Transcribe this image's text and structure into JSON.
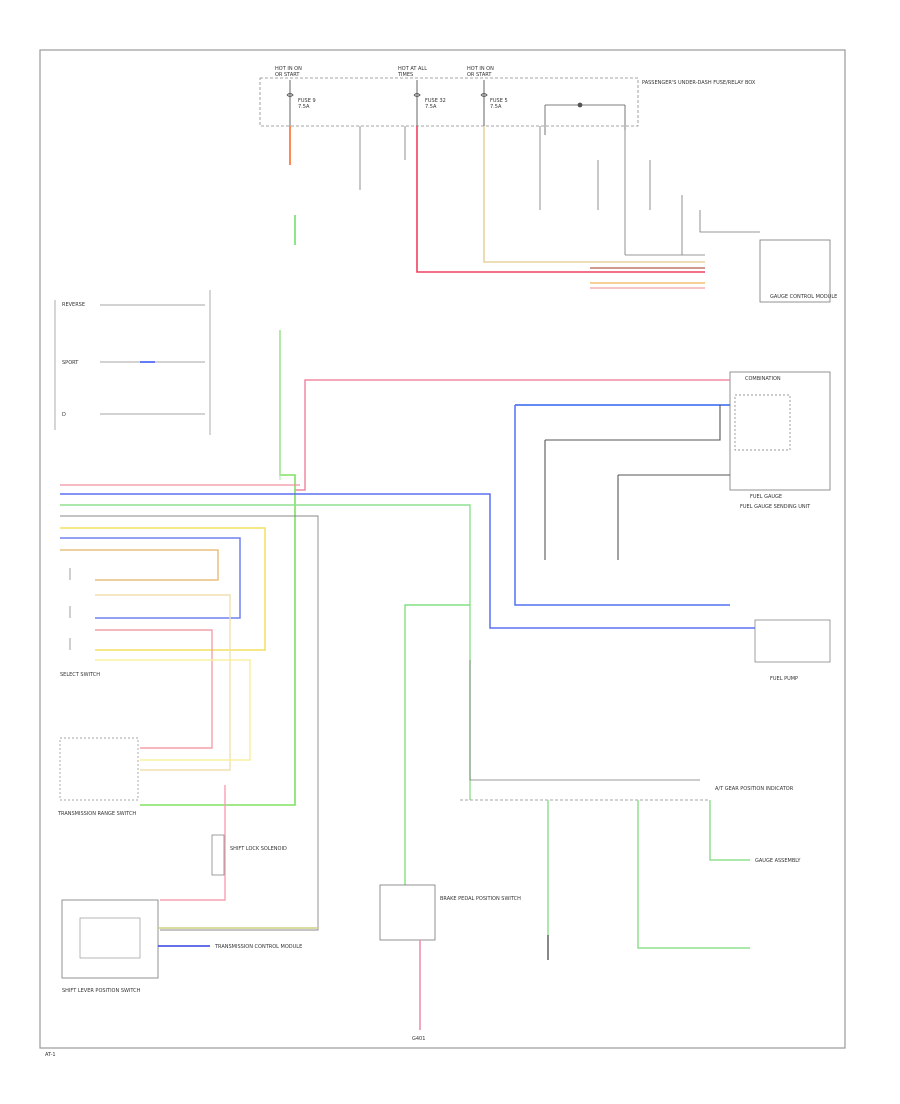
{
  "fuses": [
    {
      "id": "fuse-left",
      "top": "HOT IN ON",
      "sub": "OR START",
      "name": "FUSE 9",
      "rating": "7.5A"
    },
    {
      "id": "fuse-mid",
      "top": "HOT AT ALL",
      "sub": "TIMES",
      "name": "FUSE 32",
      "rating": "7.5A"
    },
    {
      "id": "fuse-right",
      "top": "HOT IN ON",
      "sub": "OR START",
      "name": "FUSE 5",
      "rating": "7.5A"
    }
  ],
  "labels": {
    "pdb": "PASSENGER'S UNDER-DASH FUSE/RELAY BOX",
    "gauge_control": "GAUGE CONTROL MODULE",
    "gauge_assembly": "GAUGE ASSEMBLY",
    "combination": "COMBINATION",
    "fuel_gauge": "FUEL GAUGE",
    "fuel_gauge_sub": "FUEL GAUGE SENDING UNIT",
    "fuel_pump": "FUEL PUMP",
    "transmission_control": "TRANSMISSION CONTROL MODULE",
    "transmission_range": "TRANSMISSION RANGE SWITCH",
    "shift_lock": "SHIFT LOCK SOLENOID",
    "select_switch": "SELECT SWITCH",
    "shift_lever": "SHIFT LEVER POSITION SWITCH",
    "brake_switch": "BRAKE PEDAL POSITION SWITCH",
    "interlock": "A/T GEAR POSITION INDICATOR",
    "ground": "G401",
    "footer": "AT-1",
    "reverse": "REVERSE",
    "sport": "SPORT",
    "drive": "D"
  }
}
